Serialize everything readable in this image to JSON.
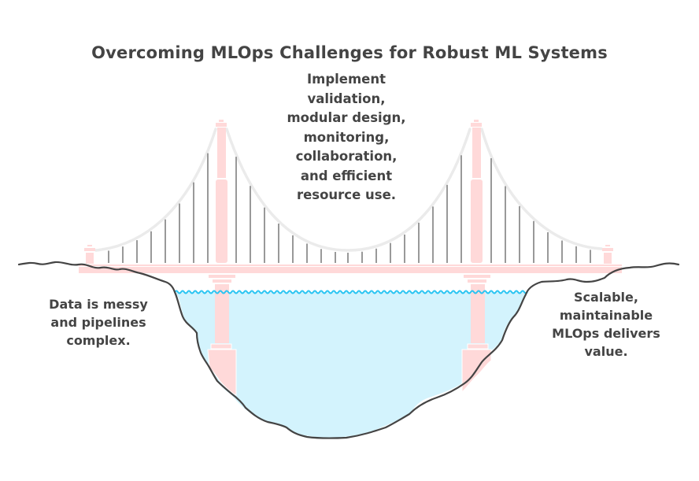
{
  "title": "Overcoming MLOps Challenges for Robust ML Systems",
  "center_note": {
    "lines": [
      "Implement",
      "validation,",
      "modular design,",
      "monitoring,",
      "collaboration,",
      "and efficient",
      "resource use."
    ]
  },
  "left_note": {
    "lines": [
      "Data is messy",
      "and pipelines",
      "complex."
    ]
  },
  "right_note": {
    "lines": [
      "Scalable,",
      "maintainable",
      "MLOps delivers",
      "value."
    ]
  },
  "colors": {
    "text": "#444444",
    "tower": "#ffd9d9",
    "cable": "#ebebeb",
    "hanger": "#999999",
    "water": "#d3f3fd",
    "wave": "#29c4f2",
    "ground": "#444444"
  }
}
